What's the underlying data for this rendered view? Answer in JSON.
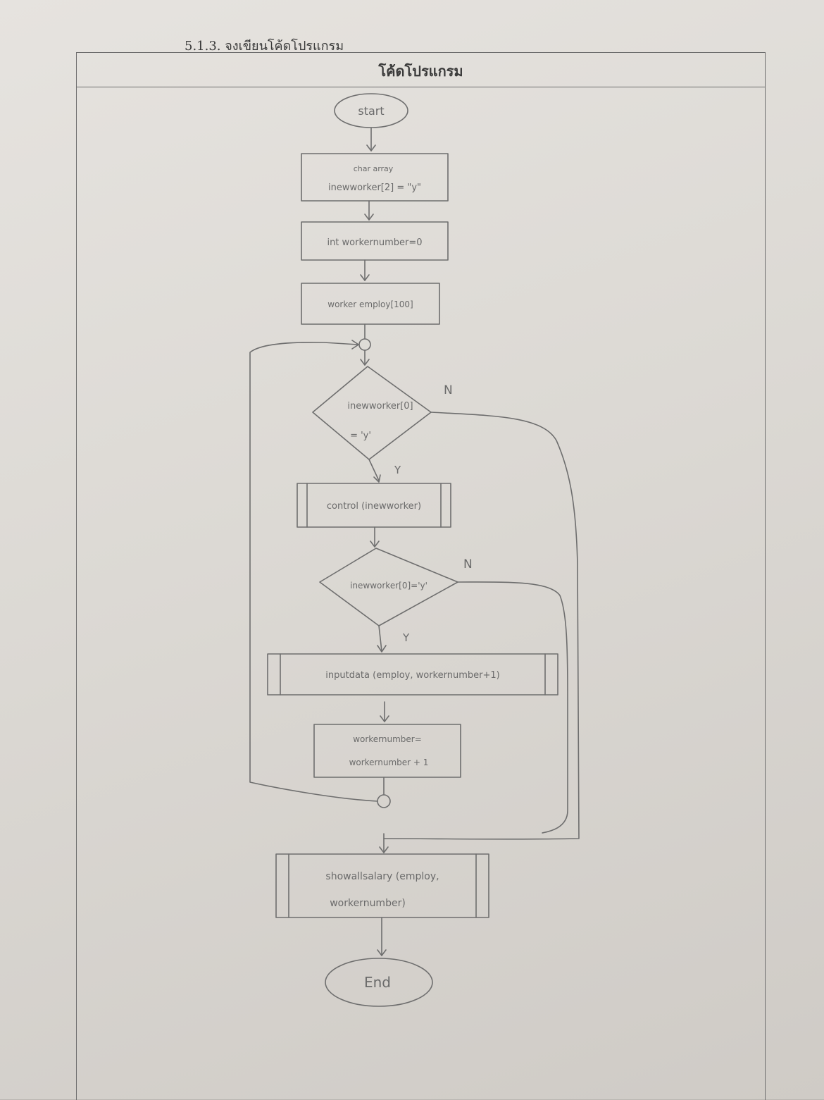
{
  "page": {
    "heading": "5.1.3. จงเขียนโค้ดโปรแกรม",
    "box_title": "โค้ดโปรแกรม"
  },
  "flowchart": {
    "start": "start",
    "step1_line1": "char array",
    "step1_line2": "inewworker[2] = \"y\"",
    "step2": "int workernumber=0",
    "step3": "worker employ[100]",
    "decision1_line1": "inewworker[0]",
    "decision1_line2": "= 'y'",
    "decision1_yes": "Y",
    "decision1_no": "N",
    "proc1": "control (inewworker)",
    "decision2": "inewworker[0]='y'",
    "decision2_yes": "Y",
    "decision2_no": "N",
    "proc2": "inputdata (employ, workernumber+1)",
    "step4_line1": "workernumber=",
    "step4_line2": "workernumber + 1",
    "proc3_line1": "showallsalary (employ,",
    "proc3_line2": "workernumber)",
    "end": "End"
  }
}
